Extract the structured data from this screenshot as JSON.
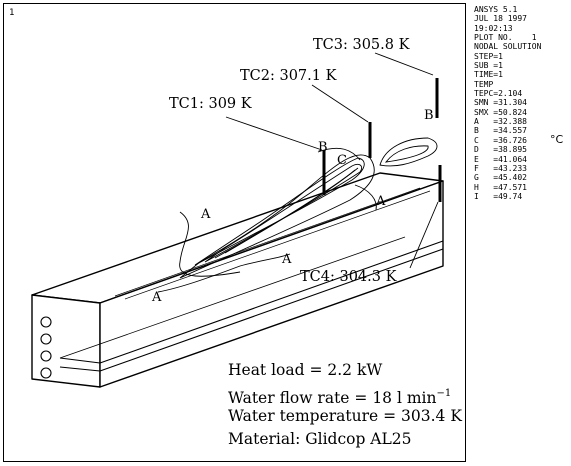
{
  "figure_number": "1",
  "ansys_header": [
    "ANSYS 5.1",
    "JUL 18 1997",
    "19:02:13",
    "PLOT NO.    1",
    "NODAL SOLUTION",
    "STEP=1",
    "SUB =1",
    "TIME=1",
    "TEMP",
    "TEPC=2.104",
    "SMN =31.304",
    "SMX =50.824"
  ],
  "contour_legend": [
    {
      "key": "A",
      "value": "=32.388"
    },
    {
      "key": "B",
      "value": "=34.557"
    },
    {
      "key": "C",
      "value": "=36.726"
    },
    {
      "key": "D",
      "value": "=38.895"
    },
    {
      "key": "E",
      "value": "=41.064"
    },
    {
      "key": "F",
      "value": "=43.233"
    },
    {
      "key": "G",
      "value": "=45.402"
    },
    {
      "key": "H",
      "value": "=47.571"
    },
    {
      "key": "I",
      "value": "=49.74"
    }
  ],
  "unit_label": "°C",
  "thermocouples": [
    {
      "id": "tc1",
      "label": "TC1: 309 K"
    },
    {
      "id": "tc2",
      "label": "TC2: 307.1 K"
    },
    {
      "id": "tc3",
      "label": "TC3: 305.8 K"
    },
    {
      "id": "tc4",
      "label": "TC4: 304.3 K"
    }
  ],
  "contour_labels": [
    "A",
    "A",
    "A",
    "A",
    "B",
    "B",
    "C"
  ],
  "notes": {
    "heat_load": "Heat load = 2.2 kW",
    "flow_rate_prefix": "Water flow rate = 18 l min",
    "flow_rate_exponent": "−1",
    "water_temperature": "Water temperature = 303.4 K",
    "material": "Material: Glidcop AL25"
  }
}
